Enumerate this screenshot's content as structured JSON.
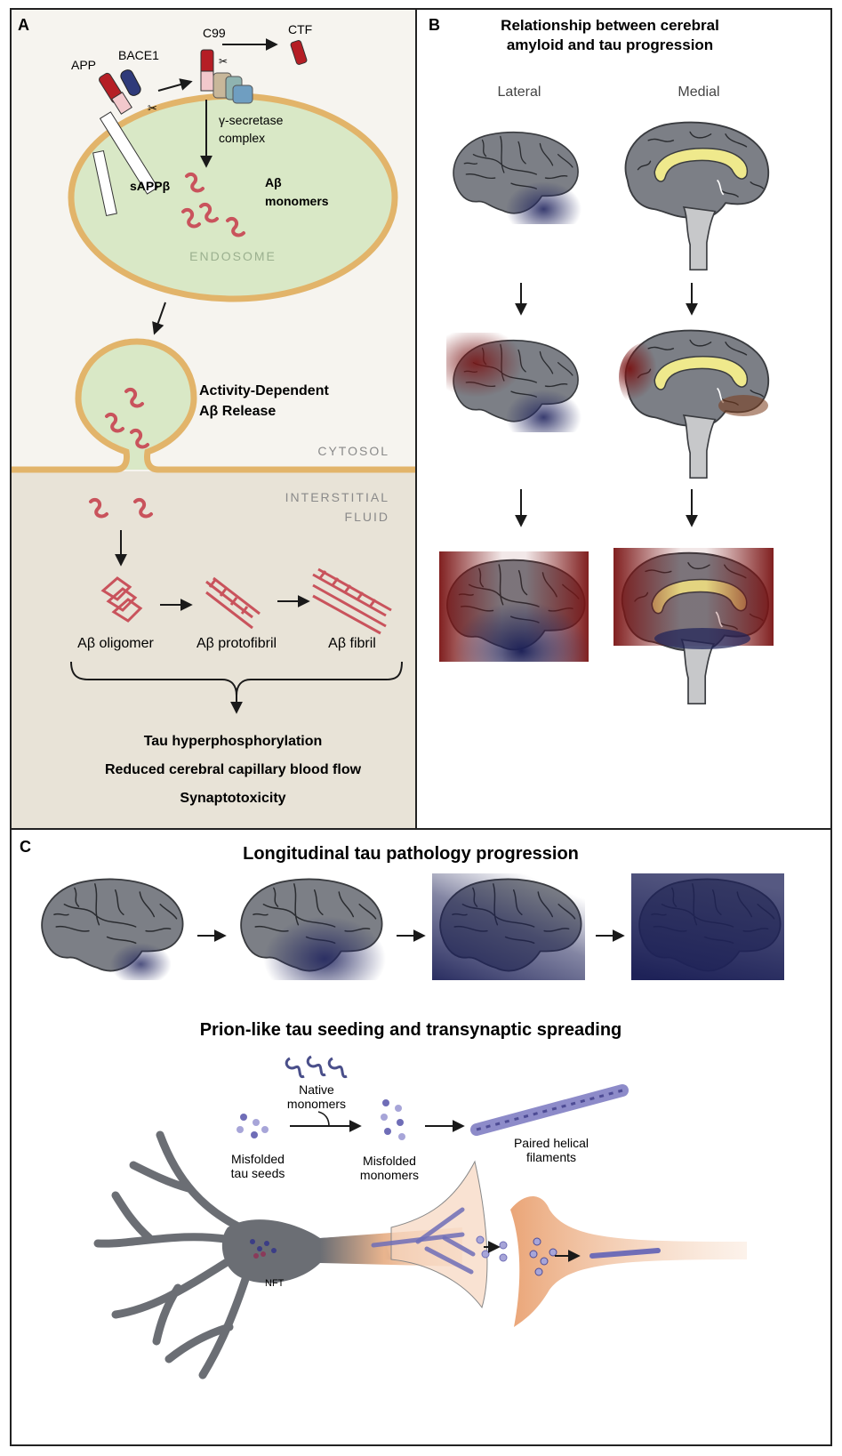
{
  "panel_a": {
    "letter": "A",
    "app": "APP",
    "bace1": "BACE1",
    "c99": "C99",
    "ctf": "CTF",
    "gamma1": "γ-secretase",
    "gamma2": "complex",
    "sapp": "sAPPβ",
    "abmono1": "Aβ",
    "abmono2": "monomers",
    "endosome": "ENDOSOME",
    "release1": "Activity-Dependent",
    "release2": "Aβ Release",
    "cytosol": "CYTOSOL",
    "isf1": "INTERSTITIAL",
    "isf2": "FLUID",
    "oligomer": "Aβ oligomer",
    "protofibril": "Aβ protofibril",
    "fibril": "Aβ fibril",
    "effect1": "Tau hyperphosphorylation",
    "effect2": "Reduced cerebral capillary blood flow",
    "effect3": "Synaptotoxicity"
  },
  "panel_b": {
    "letter": "B",
    "title1": "Relationship between cerebral",
    "title2": "amyloid and tau progression",
    "lateral": "Lateral",
    "medial": "Medial"
  },
  "panel_c": {
    "letter": "C",
    "title": "Longitudinal tau pathology progression",
    "subtitle": "Prion-like tau seeding and transynaptic spreading",
    "native1": "Native",
    "native2": "monomers",
    "seeds1": "Misfolded",
    "seeds2": "tau seeds",
    "misfolded1": "Misfolded",
    "misfolded2": "monomers",
    "phf1": "Paired helical",
    "phf2": "filaments",
    "nft": "NFT"
  },
  "colors": {
    "amyloid": "#7a1414",
    "tau": "#232760",
    "brain": "#7c7f86",
    "endosome": "#d9e8c6",
    "membrane": "#e2b46a",
    "isf": "#e8e3d7",
    "neuron": "#6b6e74"
  }
}
